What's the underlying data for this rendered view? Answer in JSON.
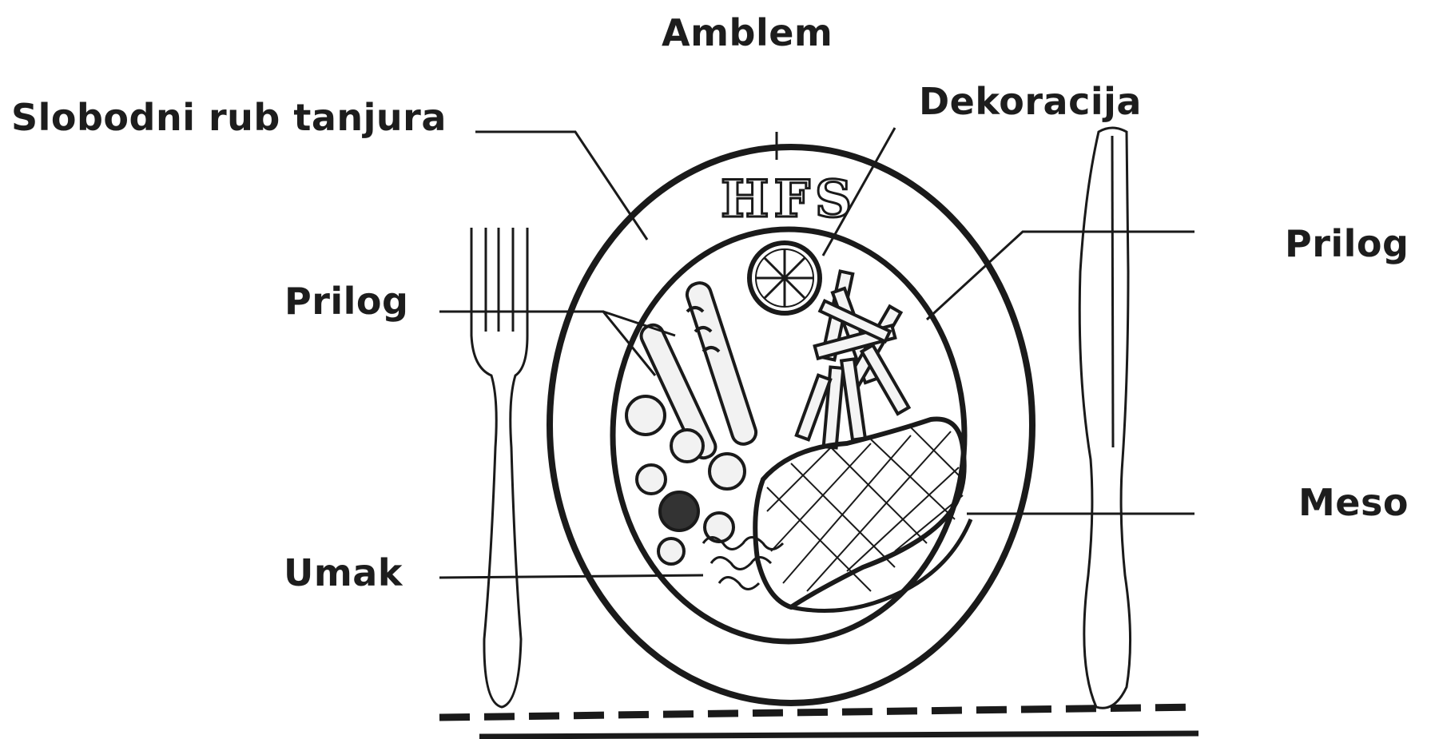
{
  "labels": {
    "amblem": "Amblem",
    "rub": "Slobodni rub tanjura",
    "dekoracija": "Dekoracija",
    "prilog_left": "Prilog",
    "prilog_right": "Prilog",
    "meso": "Meso",
    "umak": "Umak"
  },
  "plate_emblem": "HFS",
  "colors": {
    "ink": "#1a1a1a",
    "background": "#ffffff"
  }
}
